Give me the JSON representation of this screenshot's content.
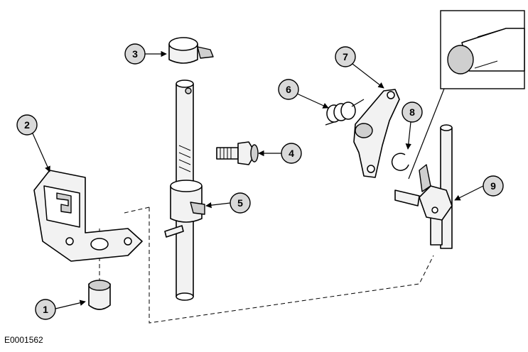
{
  "figure_id": "E0001562",
  "callouts": [
    {
      "number": "1"
    },
    {
      "number": "2"
    },
    {
      "number": "3"
    },
    {
      "number": "4"
    },
    {
      "number": "5"
    },
    {
      "number": "6"
    },
    {
      "number": "7"
    },
    {
      "number": "8"
    },
    {
      "number": "9"
    }
  ]
}
